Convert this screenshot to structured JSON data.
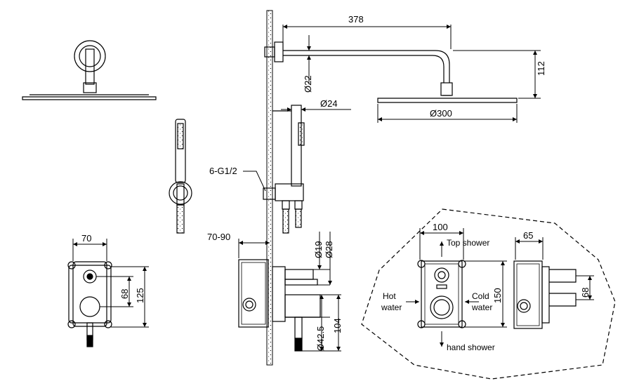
{
  "dimensions": {
    "arm_length": "378",
    "arm_height": "112",
    "arm_diameter": "Ø22",
    "handset_diameter": "Ø24",
    "head_diameter": "Ø300",
    "connector": "6-G1/2",
    "wall_depth": "70-90",
    "plate_width": "70",
    "plate_spacing": "68",
    "plate_height": "125",
    "spout_d19": "Ø19",
    "spout_d28": "Ø28",
    "lever_diameter": "Ø42.5",
    "body_depth": "104",
    "box_width": "100",
    "box_height": "150",
    "box_side_depth": "65",
    "box_side_spacing": "68"
  },
  "labels": {
    "top_shower": "Top shower",
    "hot_water_1": "Hot",
    "hot_water_2": "water",
    "cold_water_1": "Cold",
    "cold_water_2": "water",
    "hand_shower": "hand shower"
  }
}
